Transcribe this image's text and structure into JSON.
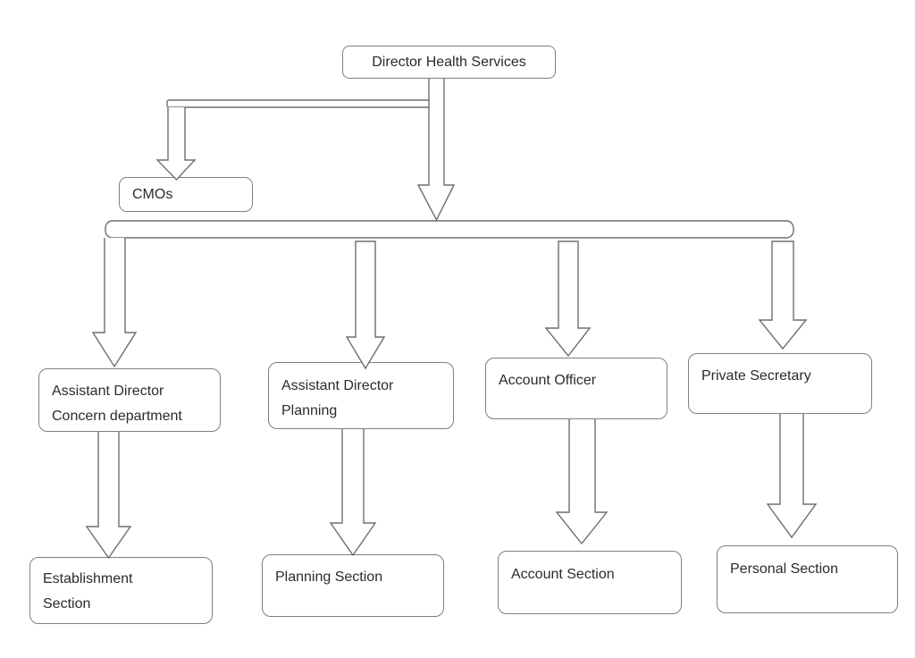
{
  "colors": {
    "background": "#ffffff",
    "box_border": "#7f7f7f",
    "connector_stroke": "#6e6e6e",
    "text": "#2b2b2b"
  },
  "nodes": {
    "director": {
      "line1": "Director Health Services"
    },
    "cmos": {
      "line1": "CMOs"
    },
    "ad_concern": {
      "line1": "Assistant Director",
      "line2": "Concern department"
    },
    "ad_planning": {
      "line1": "Assistant Director",
      "line2": "Planning"
    },
    "account_officer": {
      "line1": "Account Officer"
    },
    "private_secretary": {
      "line1": "Private Secretary"
    },
    "establishment": {
      "line1": "Establishment",
      "line2": "Section"
    },
    "planning_section": {
      "line1": "Planning Section"
    },
    "account_section": {
      "line1": "Account Section"
    },
    "personal_section": {
      "line1": "Personal Section"
    }
  }
}
